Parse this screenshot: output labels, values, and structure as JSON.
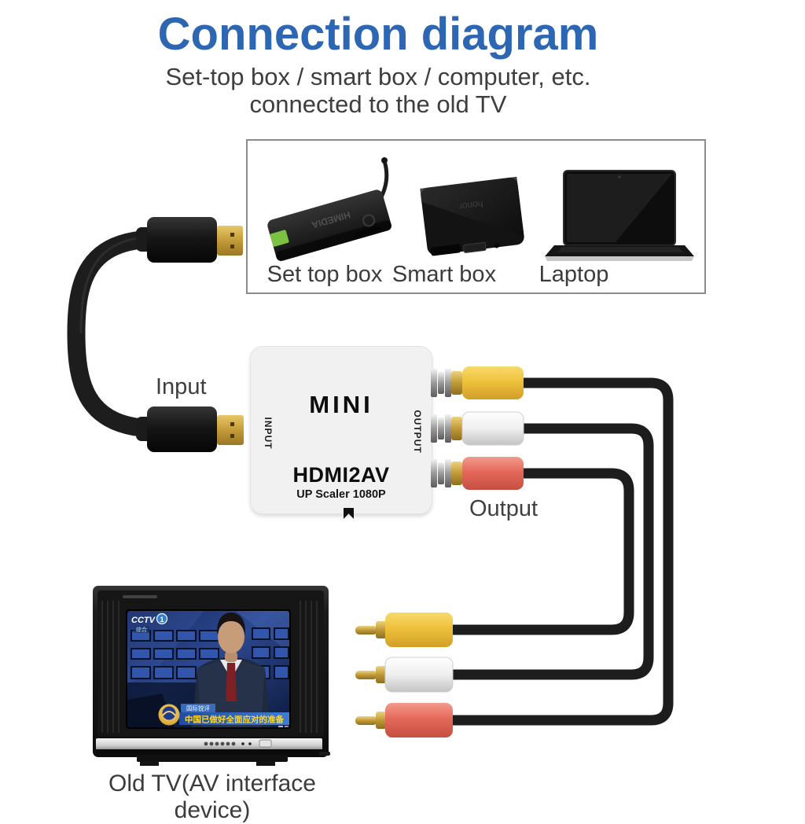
{
  "header": {
    "title": "Connection diagram",
    "subtitle_line1": "Set-top box / smart box / computer, etc.",
    "subtitle_line2": "connected to the old TV"
  },
  "device_panel": {
    "devices": [
      {
        "label": "Set top box",
        "brand": "HIMEDIA"
      },
      {
        "label": "Smart box",
        "brand": "honor"
      },
      {
        "label": "Laptop"
      }
    ]
  },
  "cable_labels": {
    "input": "Input",
    "output": "Output"
  },
  "converter": {
    "logo": "MINI",
    "side_input": "INPUT",
    "side_output": "OUTPUT",
    "model": "HDMI2AV",
    "scaler": "UP Scaler 1080P"
  },
  "tv": {
    "channel": "CCTV",
    "channel_number": "1",
    "channel_tag": "综合",
    "news_tag": "国际锐评",
    "headline": "中国已做好全面应对的准备",
    "caption": "Old TV(AV interface device)"
  },
  "colors": {
    "title_blue": "#2d66b3",
    "rca_yellow": "#efc23c",
    "rca_white": "#f4f4f4",
    "rca_red": "#e5695a",
    "cable_black": "#1d1d1d",
    "gold": "#c8a041",
    "converter_body": "#f1f1f2"
  }
}
